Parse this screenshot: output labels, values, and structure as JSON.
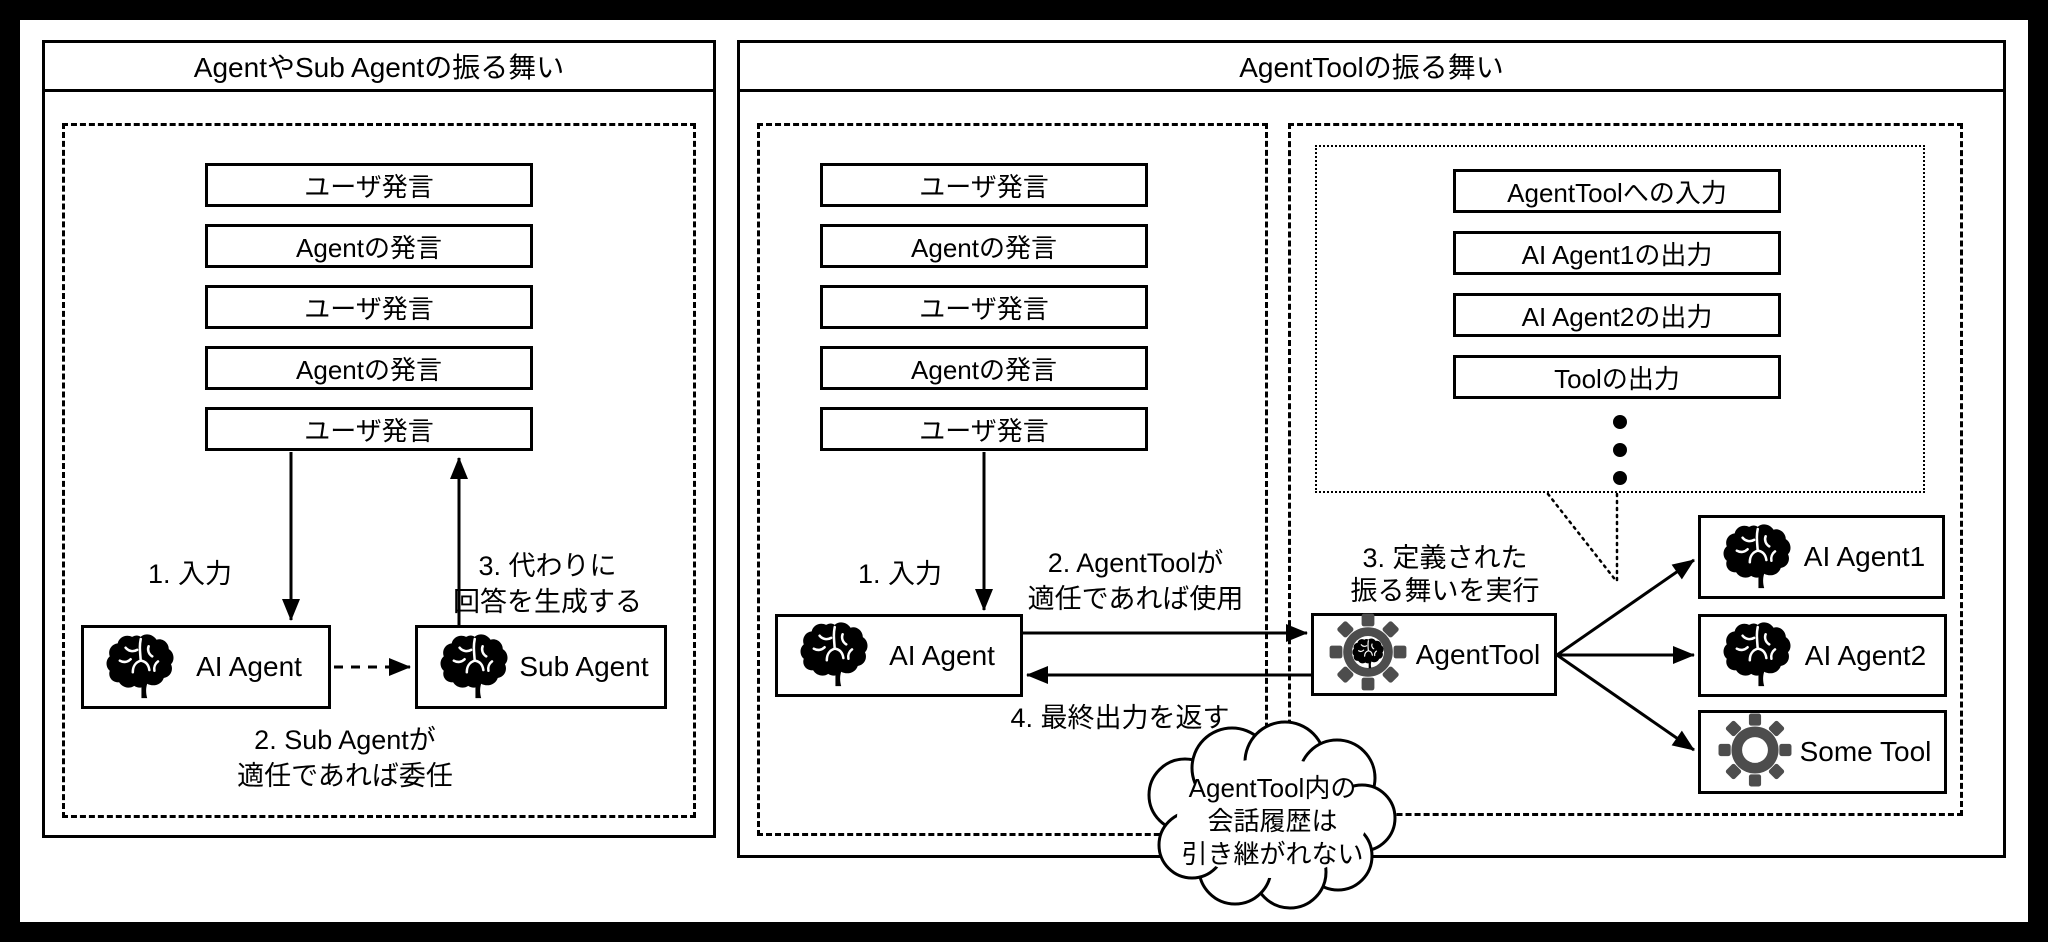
{
  "left_panel": {
    "title": "AgentやSub Agentの振る舞い",
    "messages": [
      "ユーザ発言",
      "Agentの発言",
      "ユーザ発言",
      "Agentの発言",
      "ユーザ発言"
    ],
    "labels": {
      "input": "1. 入力",
      "delegate_line1": "2. Sub Agentが",
      "delegate_line2": "適任であれば委任",
      "respond_line1": "3. 代わりに",
      "respond_line2": "回答を生成する"
    },
    "actors": {
      "ai_agent": "AI Agent",
      "sub_agent": "Sub Agent"
    }
  },
  "right_panel": {
    "title": "AgentToolの振る舞い",
    "messages": [
      "ユーザ発言",
      "Agentの発言",
      "ユーザ発言",
      "Agentの発言",
      "ユーザ発言"
    ],
    "labels": {
      "input": "1. 入力",
      "use_line1": "2. AgentToolが",
      "use_line2": "適任であれば使用",
      "return_output": "4. 最終出力を返す",
      "execute_line1": "3. 定義された",
      "execute_line2": "振る舞いを実行"
    },
    "actors": {
      "ai_agent": "AI Agent",
      "agent_tool": "AgentTool",
      "ai_agent1": "AI Agent1",
      "ai_agent2": "AI Agent2",
      "some_tool": "Some Tool"
    },
    "bubble_items": [
      "AgentToolへの入力",
      "AI Agent1の出力",
      "AI Agent2の出力",
      "Toolの出力"
    ],
    "cloud_note": {
      "line1": "AgentTool内の",
      "line2": "会話履歴は",
      "line3": "引き継がれない"
    }
  },
  "colors": {
    "background": "#000000",
    "canvas": "#ffffff",
    "line": "#000000",
    "gear_gray": "#4d4d4d"
  }
}
